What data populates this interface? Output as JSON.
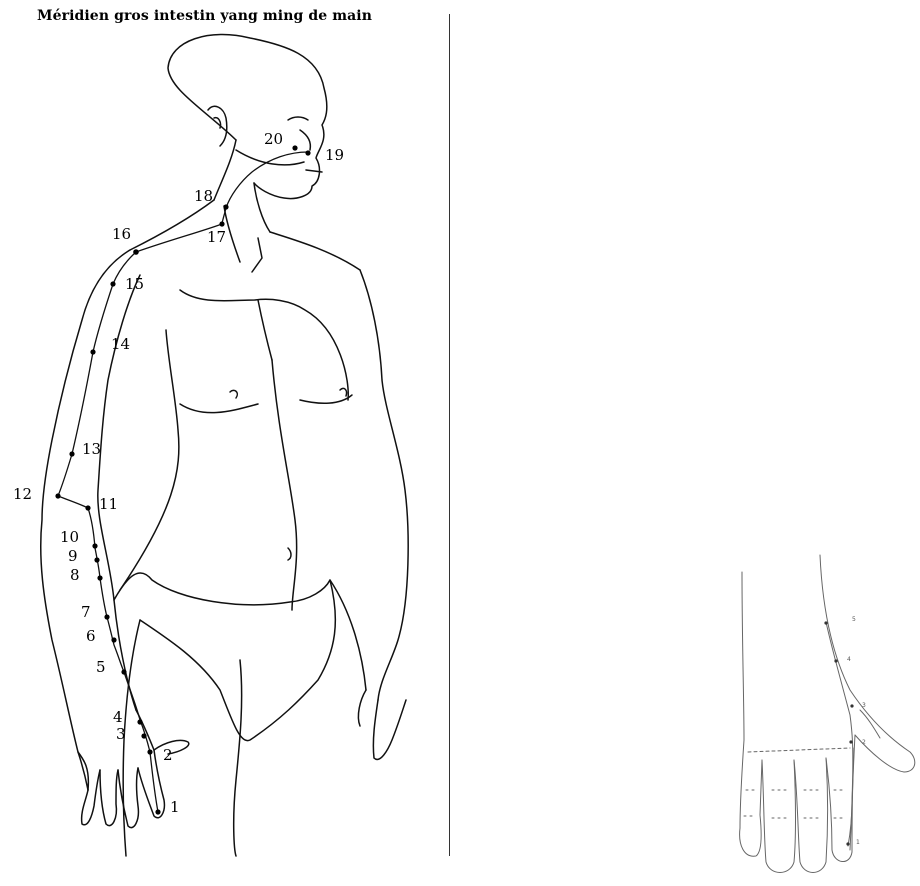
{
  "title": "Méridien gros intestin yang ming de main",
  "points": {
    "p1": "1",
    "p2": "2",
    "p3": "3",
    "p4": "4",
    "p5": "5",
    "p6": "6",
    "p7": "7",
    "p8": "8",
    "p9": "9",
    "p10": "10",
    "p11": "11",
    "p12": "12",
    "p13": "13",
    "p14": "14",
    "p15": "15",
    "p16": "16",
    "p17": "17",
    "p18": "18",
    "p19": "19",
    "p20": "20"
  },
  "hand_points": {
    "h1": "1",
    "h2": "2",
    "h3": "3",
    "h4": "4",
    "h5": "5"
  }
}
